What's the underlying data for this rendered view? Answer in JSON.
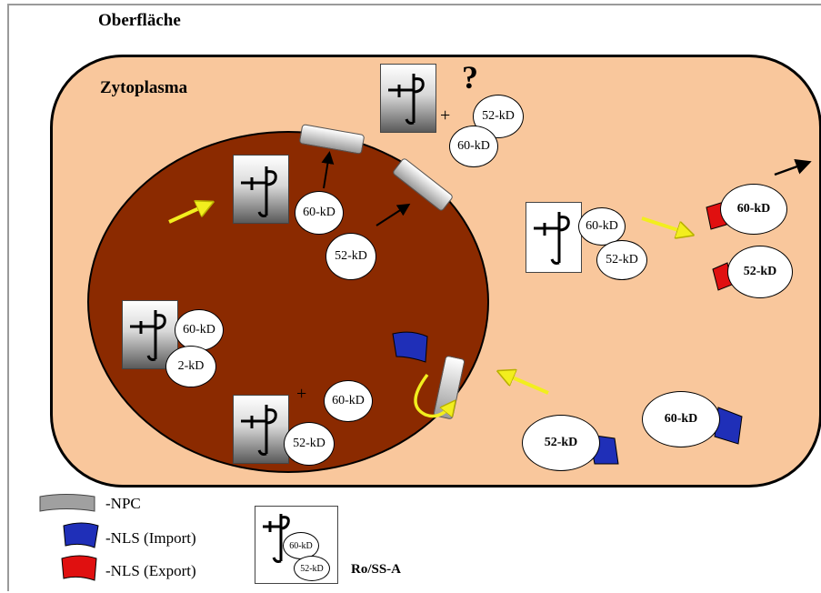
{
  "labels": {
    "surface": "Oberfläche",
    "cytoplasm": "Zytoplasma",
    "plus": "+",
    "question": "?"
  },
  "proteins": {
    "p60": "60-kD",
    "p52": "52-kD",
    "p60_partial": "60-kD",
    "p52_partial": "2-kD"
  },
  "legend": {
    "npc": "-NPC",
    "nls_import": "-NLS (Import)",
    "nls_export": "-NLS (Export)",
    "complex": "Ro/SS-A",
    "complex_60": "60-kD",
    "complex_52": "52-kD"
  },
  "colors": {
    "cytoplasm": "#f9c79c",
    "nucleus": "#8b2a00",
    "nls_import": "#1f2fb8",
    "nls_export": "#e01010",
    "arrow_yellow": "#f2ee1e"
  }
}
